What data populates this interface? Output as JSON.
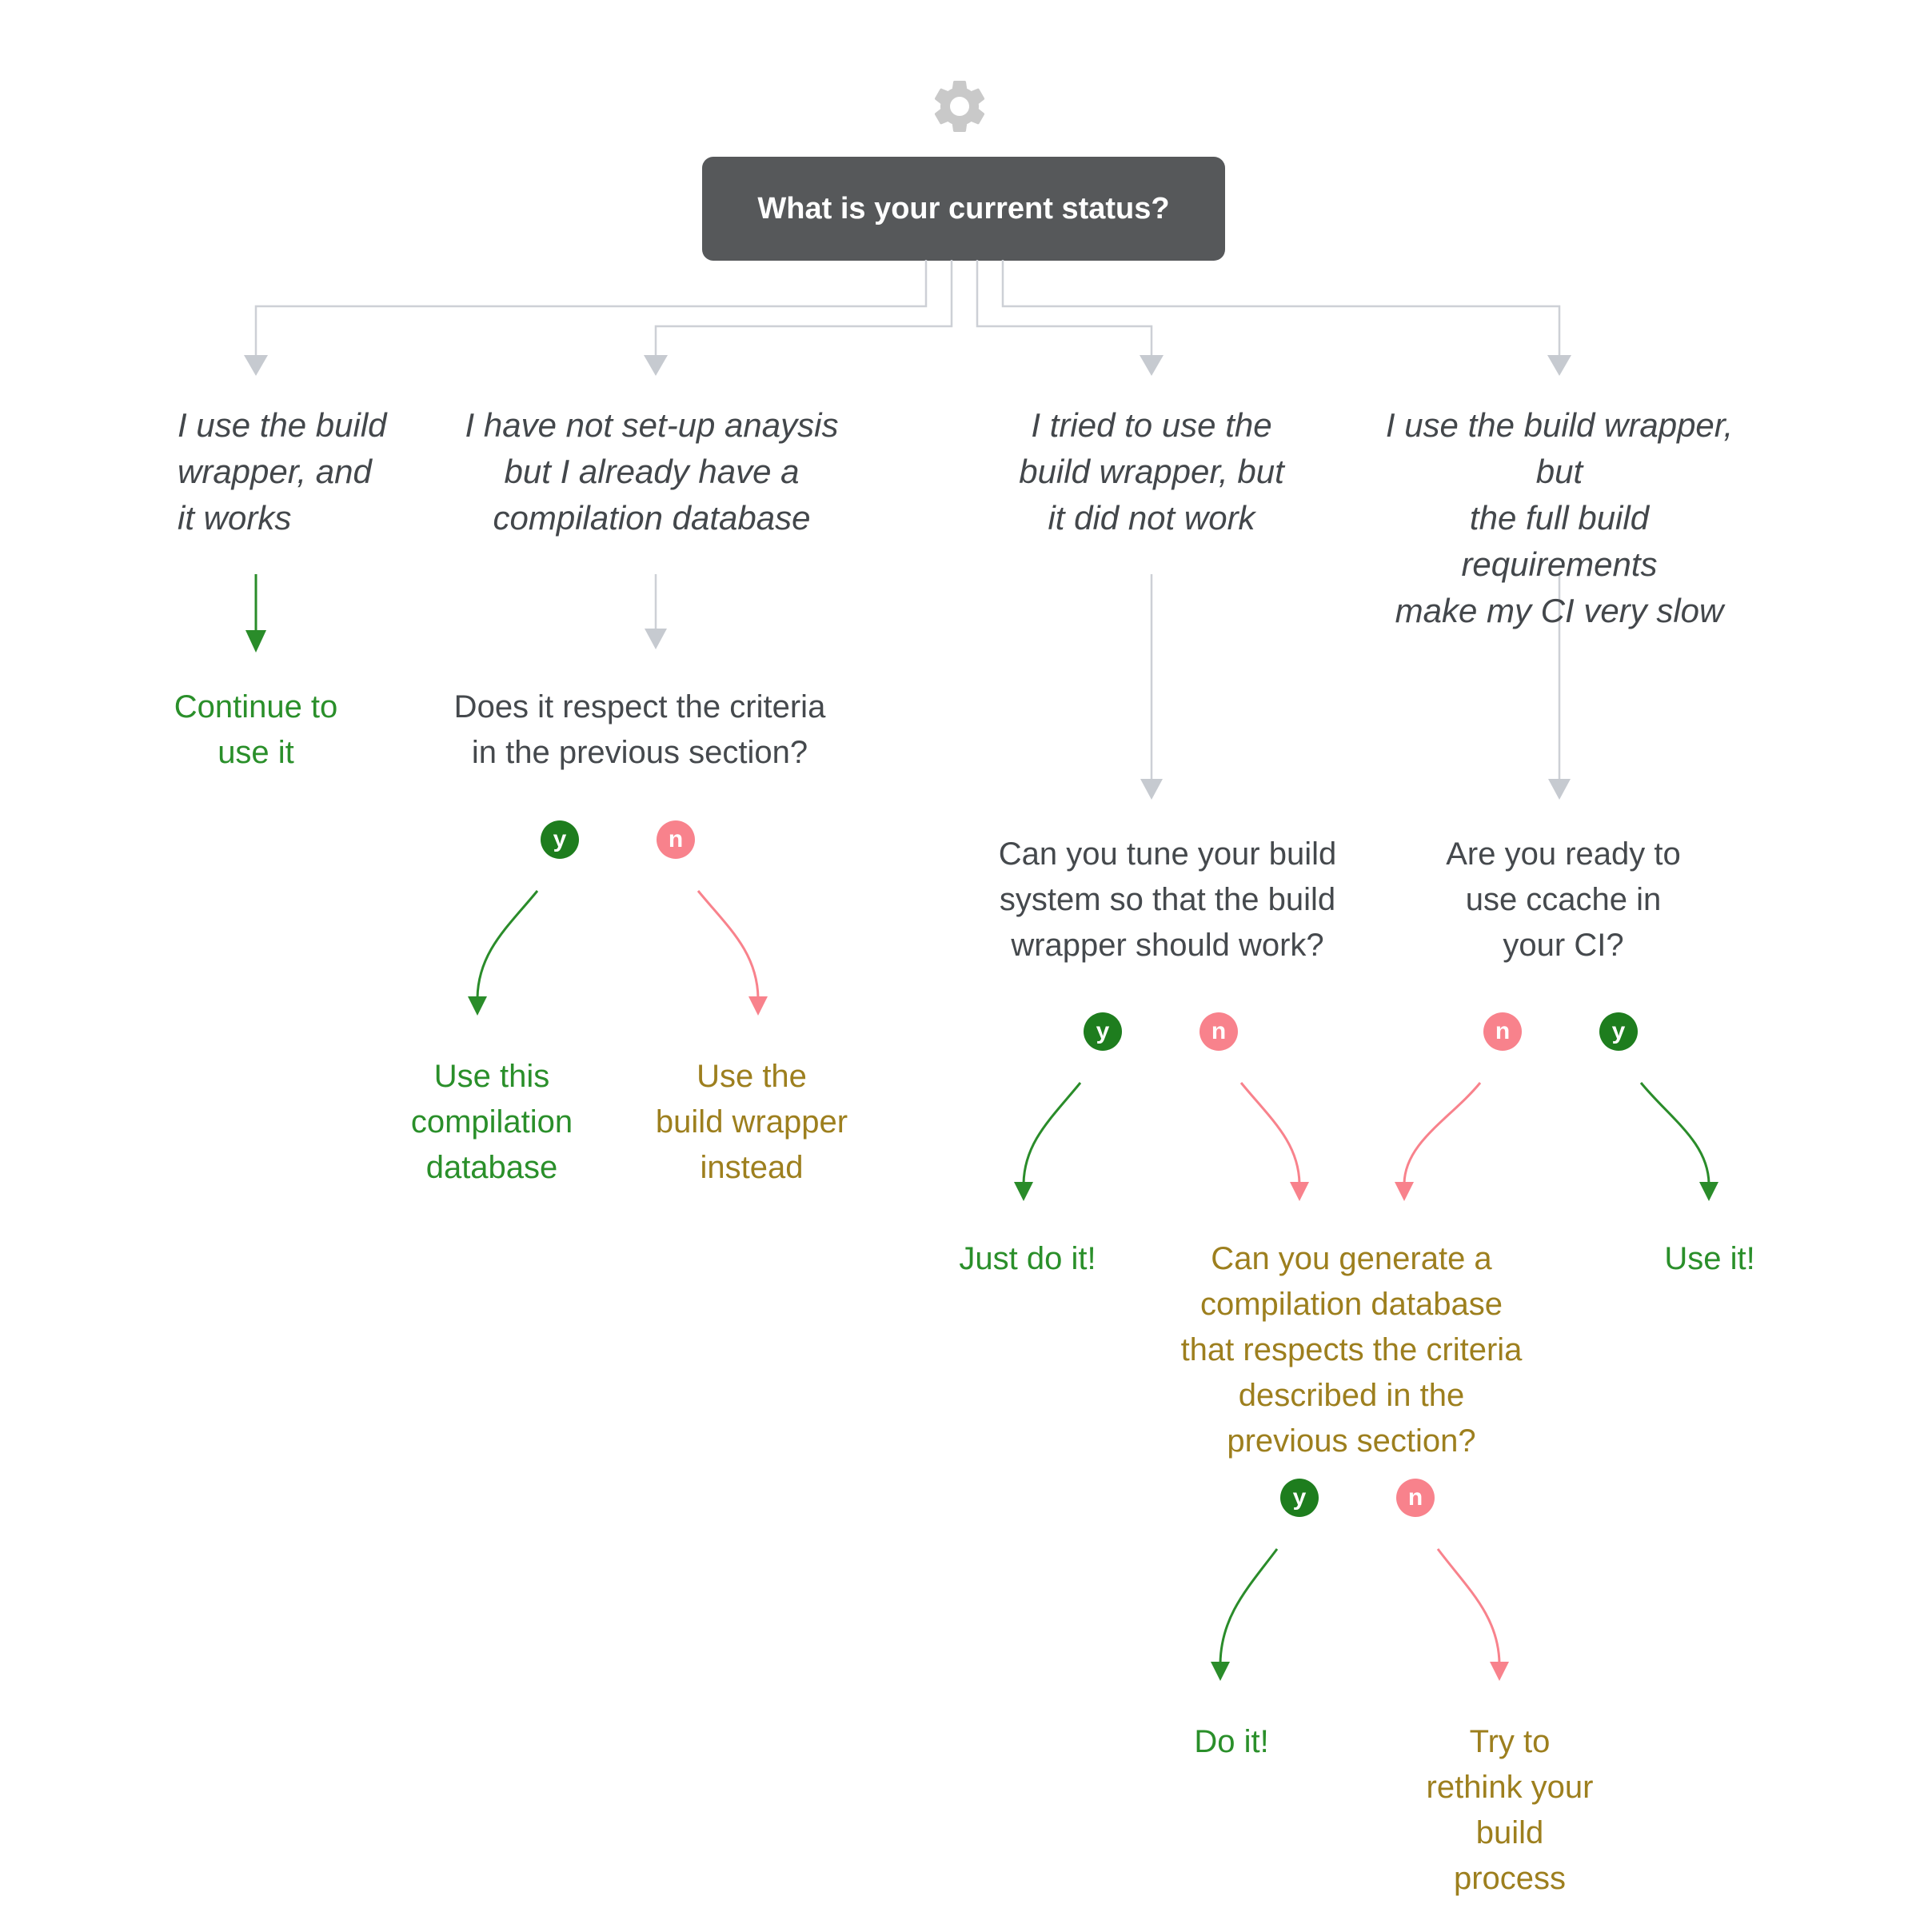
{
  "title": "What is your current status?",
  "badges": {
    "yes": "y",
    "no": "n"
  },
  "branches": {
    "b1": {
      "label": "I use the build\nwrapper, and\nit works",
      "answer": "Continue to\nuse it"
    },
    "b2": {
      "label": "I have not set-up anaysis\nbut I already have a\ncompilation database",
      "question": "Does it respect the criteria\nin the previous section?",
      "yes_answer": "Use this\ncompilation\ndatabase",
      "no_answer": "Use the\nbuild wrapper\ninstead"
    },
    "b3": {
      "label": "I tried to use the\nbuild wrapper, but\nit did not work",
      "question": "Can you tune your build\nsystem so that the build\nwrapper should work?",
      "yes_answer": "Just do it!"
    },
    "b4": {
      "label": "I use the build wrapper, but\nthe full build requirements\nmake my CI very slow",
      "question": "Are you ready to\nuse ccache in\nyour CI?",
      "yes_answer": "Use it!"
    },
    "shared_no": {
      "question": "Can you generate a\ncompilation database\nthat respects the criteria\ndescribed in the\nprevious section?",
      "yes_answer": "Do it!",
      "no_answer": "Try to\nrethink your\nbuild\nprocess"
    }
  },
  "colors": {
    "background": "#ffffff",
    "title_bg": "#56585a",
    "title_text": "#ffffff",
    "gear": "#c9c9c9",
    "dark_text": "#45494d",
    "gray_line": "#cdd0d6",
    "green_text": "#2a8f2a",
    "olive_text": "#9d7f1e",
    "yes_badge_bg": "#1e7d1e",
    "no_badge_bg": "#f8828c"
  }
}
